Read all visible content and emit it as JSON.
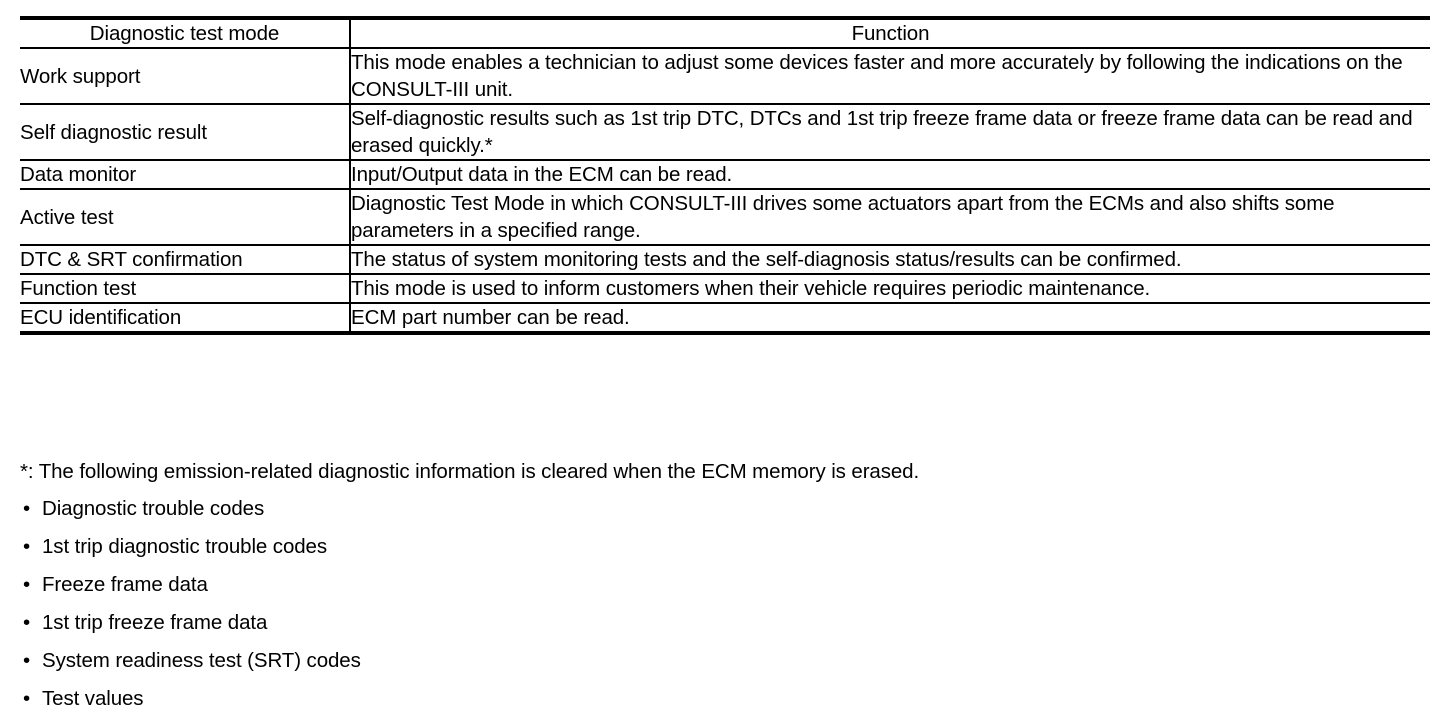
{
  "table": {
    "columns": [
      "Diagnostic test mode",
      "Function"
    ],
    "rows": [
      {
        "mode": "Work support",
        "function": "This mode enables a technician to adjust some devices faster and more accurately by following the indications on the CONSULT-III unit."
      },
      {
        "mode": "Self diagnostic result",
        "function": "Self-diagnostic results such as 1st trip DTC, DTCs and 1st trip freeze frame data or freeze frame data can be read and erased quickly.*"
      },
      {
        "mode": "Data monitor",
        "function": "Input/Output data in the ECM can be read."
      },
      {
        "mode": "Active test",
        "function": "Diagnostic Test Mode in which CONSULT-III drives some actuators apart from the ECMs and also shifts some parameters in a specified range."
      },
      {
        "mode": "DTC & SRT confirmation",
        "function": "The status of system monitoring tests and the self-diagnosis status/results can be confirmed."
      },
      {
        "mode": "Function test",
        "function": "This mode is used to inform customers when their vehicle requires periodic maintenance."
      },
      {
        "mode": "ECU identification",
        "function": "ECM part number can be read."
      }
    ]
  },
  "footnote": {
    "text": "*: The following emission-related diagnostic information is cleared when the ECM memory is erased.",
    "bullet_glyph": "•",
    "items": [
      "Diagnostic trouble codes",
      "1st trip diagnostic trouble codes",
      "Freeze frame data",
      "1st trip freeze frame data",
      "System readiness test (SRT) codes",
      "Test values"
    ]
  }
}
